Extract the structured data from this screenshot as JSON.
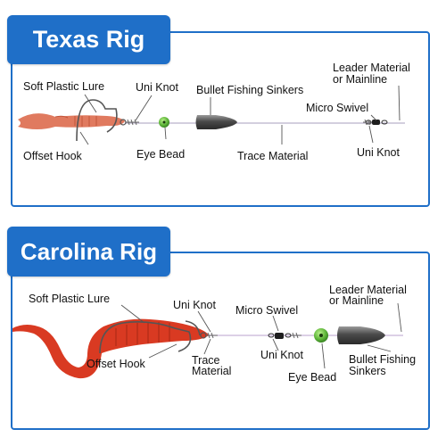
{
  "texas": {
    "title": "Texas Rig",
    "labels": {
      "soft_plastic_lure": "Soft Plastic Lure",
      "uni_knot_left": "Uni Knot",
      "bullet_sinkers": "Bullet Fishing Sinkers",
      "leader_line1": "Leader Material",
      "leader_line2": "or Mainline",
      "micro_swivel": "Micro Swivel",
      "offset_hook": "Offset Hook",
      "eye_bead": "Eye Bead",
      "trace_material": "Trace Material",
      "uni_knot_right": "Uni Knot"
    }
  },
  "carolina": {
    "title": "Carolina Rig",
    "labels": {
      "soft_plastic_lure": "Soft Plastic Lure",
      "uni_knot_left": "Uni Knot",
      "leader_line1": "Leader Material",
      "leader_line2": "or Mainline",
      "micro_swivel": "Micro Swivel",
      "offset_hook": "Offset Hook",
      "trace_line1": "Trace",
      "trace_line2": "Material",
      "uni_knot_right": "Uni Knot",
      "eye_bead": "Eye Bead",
      "sinkers_line1": "Bullet Fishing",
      "sinkers_line2": "Sinkers"
    }
  },
  "colors": {
    "accent": "#1f6fc8",
    "lure_texas": "#e07a5f",
    "lure_carolina": "#d93a22",
    "bead": "#6cc24a",
    "sinker": "#555555"
  }
}
